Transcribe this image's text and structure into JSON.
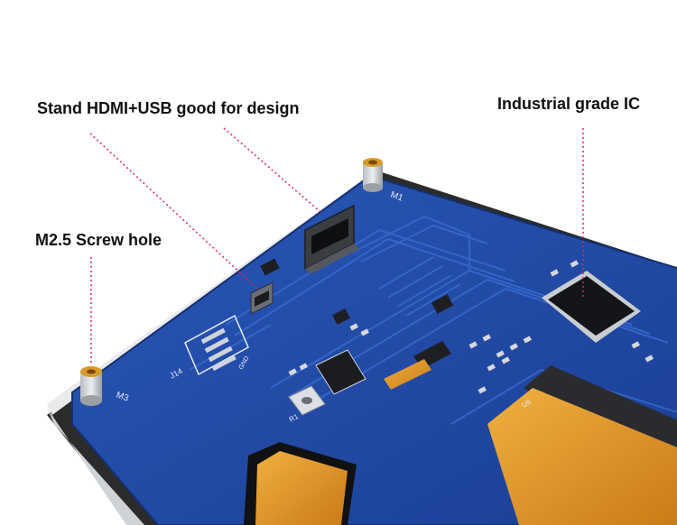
{
  "annotations": {
    "hdmi_usb": "Stand HDMI+USB good for design",
    "ic": "Industrial grade IC",
    "screw": "M2.5 Screw hole"
  },
  "silkscreen": {
    "m1": "M1",
    "m3": "M3",
    "j14": "J14",
    "r1": "R1",
    "gnd": "GND",
    "u5": "U5"
  },
  "colors": {
    "pcb": "#1f4aa8",
    "pcb_dark": "#173a86",
    "trace": "#2d5cc0",
    "copper_standoff": "#d89a2a",
    "flex_cable": "#e29a2a",
    "leader_line": "#e0245a"
  }
}
